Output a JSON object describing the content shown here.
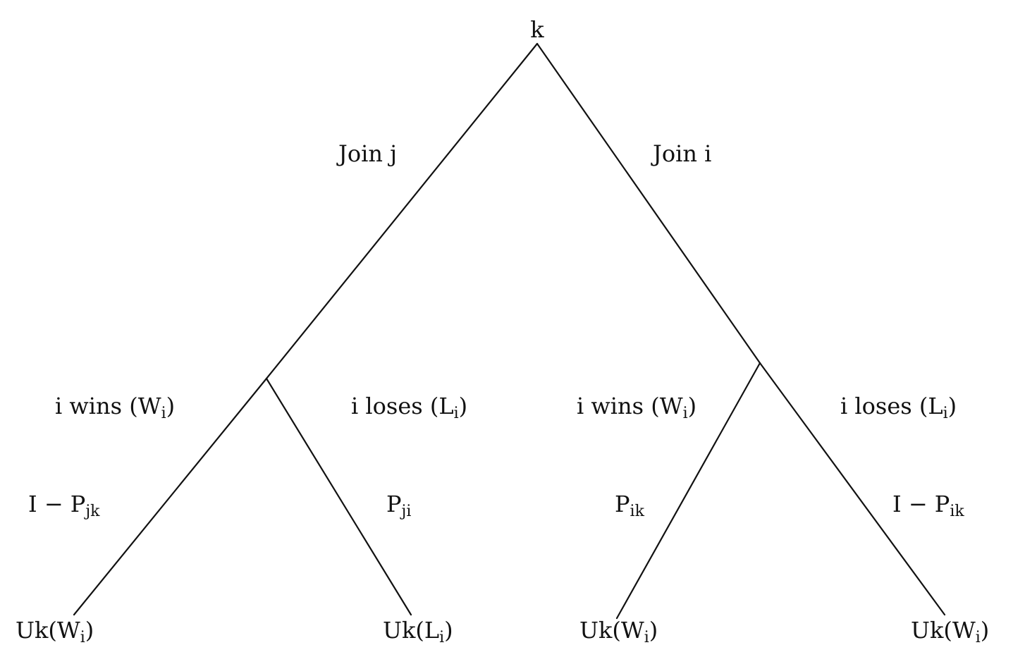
{
  "root": {
    "label": "k"
  },
  "branches": {
    "left": {
      "label": "Join j"
    },
    "right": {
      "label": "Join i"
    }
  },
  "outcomes": {
    "ll": {
      "label_main": "i wins (W",
      "label_sub": "i",
      "label_end": ")"
    },
    "lr": {
      "label_main": "i loses (L",
      "label_sub": "i",
      "label_end": ")"
    },
    "rl": {
      "label_main": "i wins (W",
      "label_sub": "i",
      "label_end": ")"
    },
    "rr": {
      "label_main": "i loses (L",
      "label_sub": "i",
      "label_end": ")"
    }
  },
  "probabilities": {
    "ll": {
      "prefix": "I − P",
      "sub": "jk"
    },
    "lr": {
      "prefix": "P",
      "sub": "ji"
    },
    "rl": {
      "prefix": "P",
      "sub": "ik"
    },
    "rr": {
      "prefix": "I − P",
      "sub": "ik"
    }
  },
  "leaves": {
    "ll": {
      "main": "Uk(W",
      "sub": "i",
      "end": ")"
    },
    "lr": {
      "main": "Uk(L",
      "sub": "i",
      "end": ")"
    },
    "rl": {
      "main": "Uk(W",
      "sub": "i",
      "end": ")"
    },
    "rr": {
      "main": "Uk(W",
      "sub": "i",
      "end": ")"
    }
  }
}
